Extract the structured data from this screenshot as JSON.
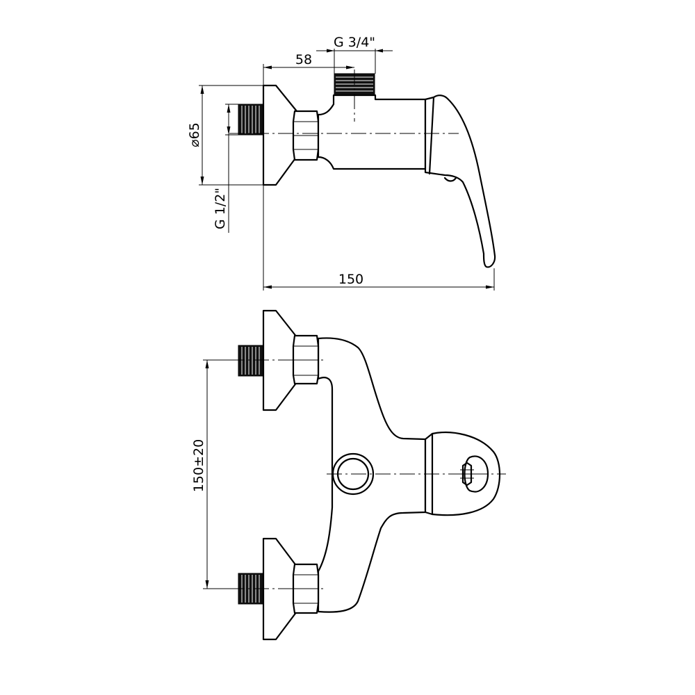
{
  "dimensions": {
    "thread_outlet": "G 3/4\"",
    "outlet_offset": "58",
    "flange_diameter": "65",
    "thread_inlet": "G 1/2\"",
    "overall_depth": "150",
    "inlet_spacing": "150±20"
  },
  "symbols": {
    "diameter": "⌀"
  }
}
